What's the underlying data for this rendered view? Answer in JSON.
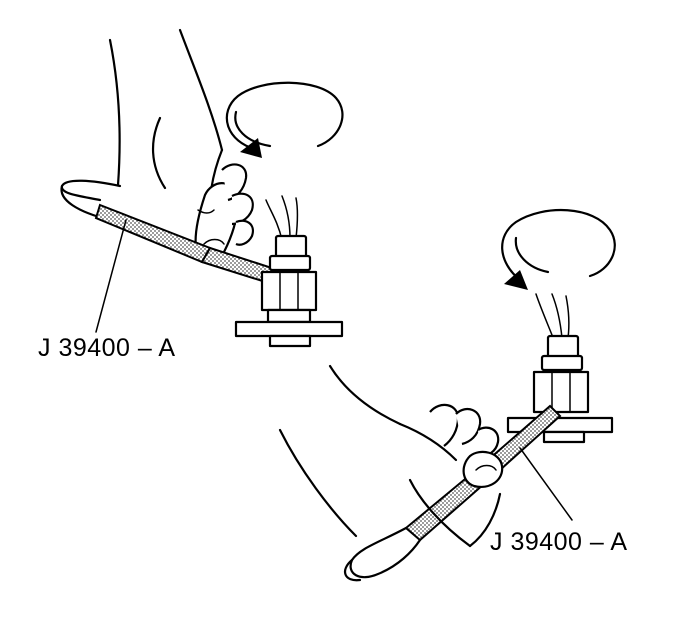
{
  "callouts": [
    {
      "id": "tool-upper",
      "text": "J 39400 – A"
    },
    {
      "id": "tool-lower",
      "text": "J 39400 – A"
    }
  ],
  "colors": {
    "line": "#000000",
    "background": "#ffffff",
    "stipple": "#8a8a8a"
  }
}
